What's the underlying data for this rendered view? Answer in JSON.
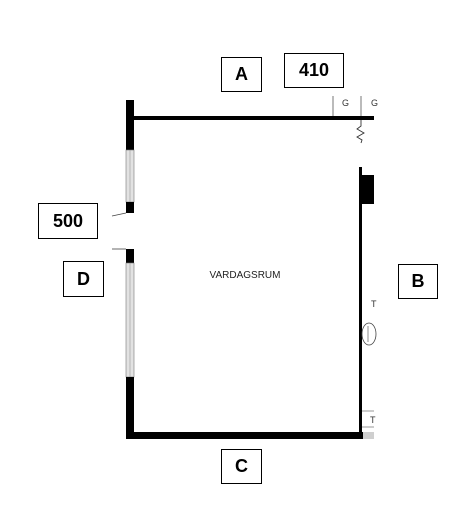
{
  "labels": {
    "side_a": "A",
    "dimension_top": "410",
    "dimension_left": "500",
    "side_d": "D",
    "side_b": "B",
    "side_c": "C"
  },
  "room": {
    "name": "VARDAGSRUM"
  },
  "fixtures": {
    "top_right_label_1": "G",
    "top_right_label_2": "G",
    "right_label_1": "T",
    "right_label_2": "T"
  },
  "colors": {
    "wall": "#000000",
    "window": "#d9d9d9",
    "background": "#ffffff"
  }
}
